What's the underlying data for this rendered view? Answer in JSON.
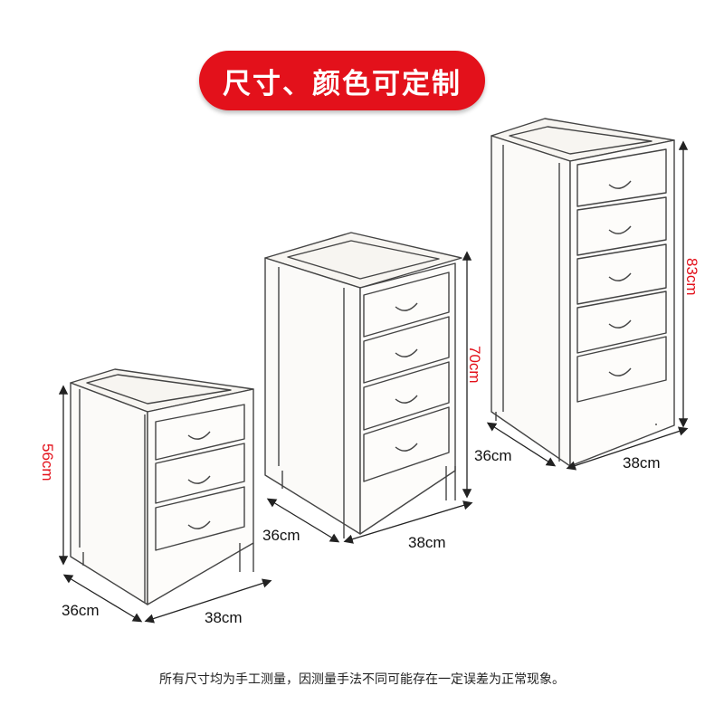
{
  "banner": {
    "text": "尺寸、颜色可定制",
    "color": "#e3111b"
  },
  "dimensions": {
    "small": {
      "height": "56cm",
      "depth": "36cm",
      "width": "38cm"
    },
    "medium": {
      "height": "70cm",
      "depth": "36cm",
      "width": "38cm"
    },
    "large": {
      "height": "83cm",
      "depth": "36cm",
      "width": "38cm"
    }
  },
  "footer": {
    "note": "所有尺寸均为手工测量，因测量手法不同可能存在一定误差为正常现象。"
  }
}
